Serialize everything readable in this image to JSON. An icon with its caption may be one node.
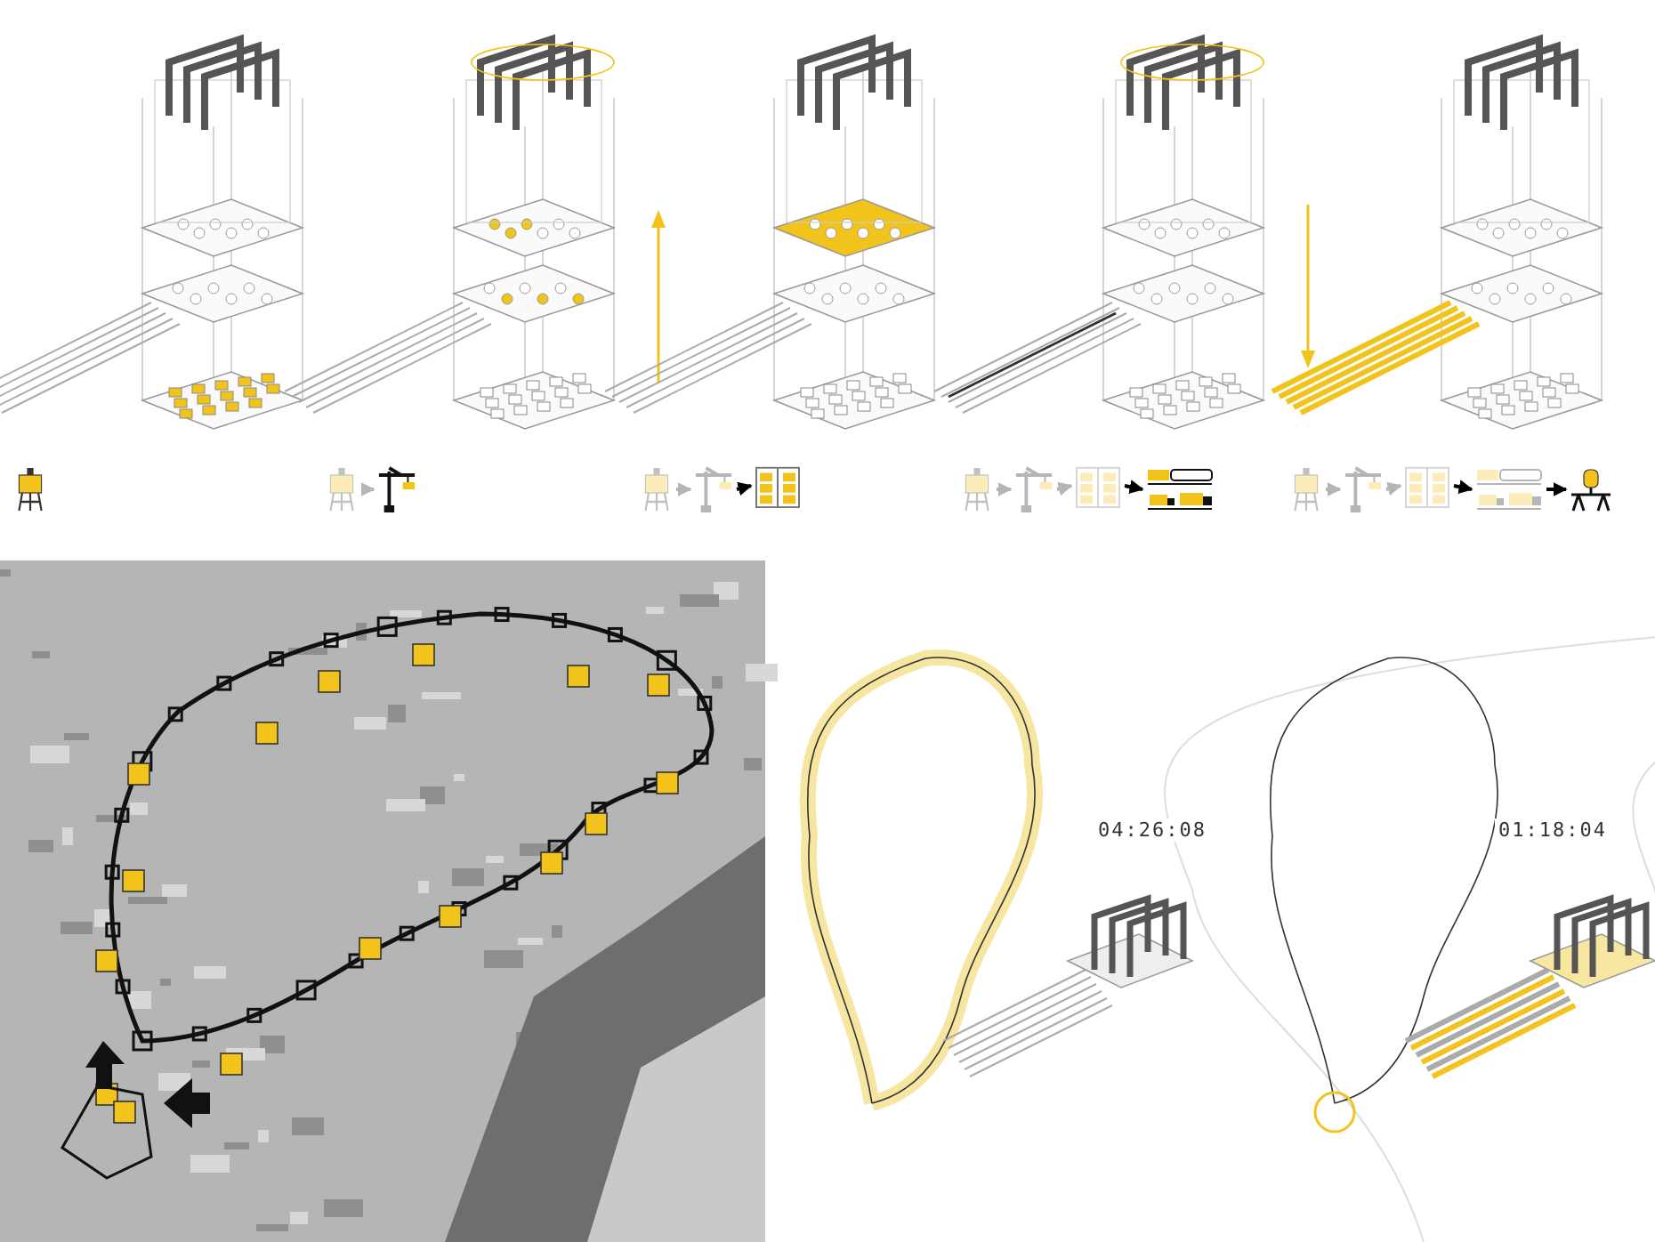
{
  "diagram": {
    "nodes": [
      {
        "text": [],
        "shape": "picture"
      },
      {
        "text": [],
        "shape": "picture"
      },
      {
        "text": [],
        "shape": "picture"
      },
      {
        "text": [],
        "shape": "picture"
      },
      {
        "text": [],
        "shape": "picture"
      },
      {
        "text": [],
        "shape": "picture"
      },
      {
        "text": [],
        "shape": "picture"
      },
      {
        "text": [],
        "shape": "picture"
      },
      {
        "text": [],
        "shape": "picture"
      },
      {
        "text": [],
        "shape": "picture"
      },
      {
        "text": [],
        "shape": "picture"
      },
      {
        "text": [],
        "shape": "picture"
      },
      {
        "text": [],
        "shape": "picture"
      },
      {
        "text": [],
        "shape": "picture"
      },
      {
        "text": [],
        "shape": "picture"
      }
    ],
    "edges": [
      {
        "from": 1,
        "to": 2,
        "arrow": "to"
      },
      {
        "from": 3,
        "to": 4,
        "arrow": "to"
      },
      {
        "from": 4,
        "to": 5,
        "arrow": "to",
        "color": "#000000"
      },
      {
        "from": 6,
        "to": 7,
        "arrow": "to"
      },
      {
        "from": 7,
        "to": 8,
        "arrow": "to"
      },
      {
        "from": 8,
        "to": 9,
        "arrow": "to",
        "color": "#000000"
      },
      {
        "from": 10,
        "to": 11,
        "arrow": "to"
      },
      {
        "from": 11,
        "to": 12,
        "arrow": "to"
      },
      {
        "from": 12,
        "to": 13,
        "arrow": "to",
        "color": "#000000"
      },
      {
        "from": 13,
        "to": 14,
        "arrow": "to",
        "color": "#000000"
      }
    ],
    "labels": [
      "04:26:08",
      "01:18:04"
    ]
  }
}
